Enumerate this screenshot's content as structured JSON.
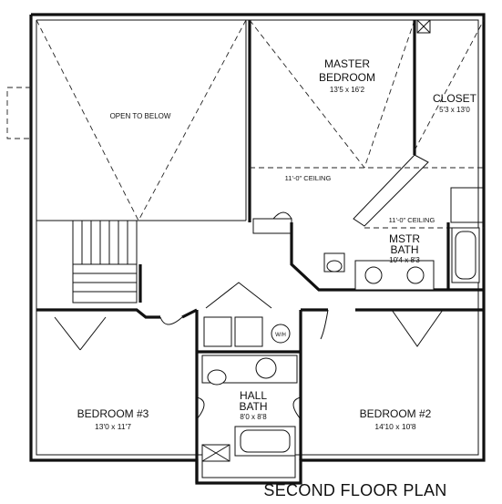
{
  "plan_title": "SECOND FLOOR PLAN",
  "open_to_below": "OPEN TO BELOW",
  "rooms": {
    "master": {
      "name": "MASTER",
      "name2": "BEDROOM",
      "dims": "13'5 x 16'2"
    },
    "closet": {
      "name": "CLOSET",
      "dims": "5'3 x 13'0"
    },
    "mstr_bath": {
      "name": "MSTR",
      "name2": "BATH",
      "dims": "10'4 x 8'3"
    },
    "hall_bath": {
      "name": "HALL",
      "name2": "BATH",
      "dims": "8'0 x 8'8"
    },
    "bedroom3": {
      "name": "BEDROOM #3",
      "dims": "13'0 x 11'7"
    },
    "bedroom2": {
      "name": "BEDROOM #2",
      "dims": "14'10 x 10'8"
    }
  },
  "ceilings": {
    "master": "11'-0\" CEILING",
    "bath": "11'-0\" CEILING"
  },
  "fixtures": {
    "washer_dryer": "W/H"
  }
}
